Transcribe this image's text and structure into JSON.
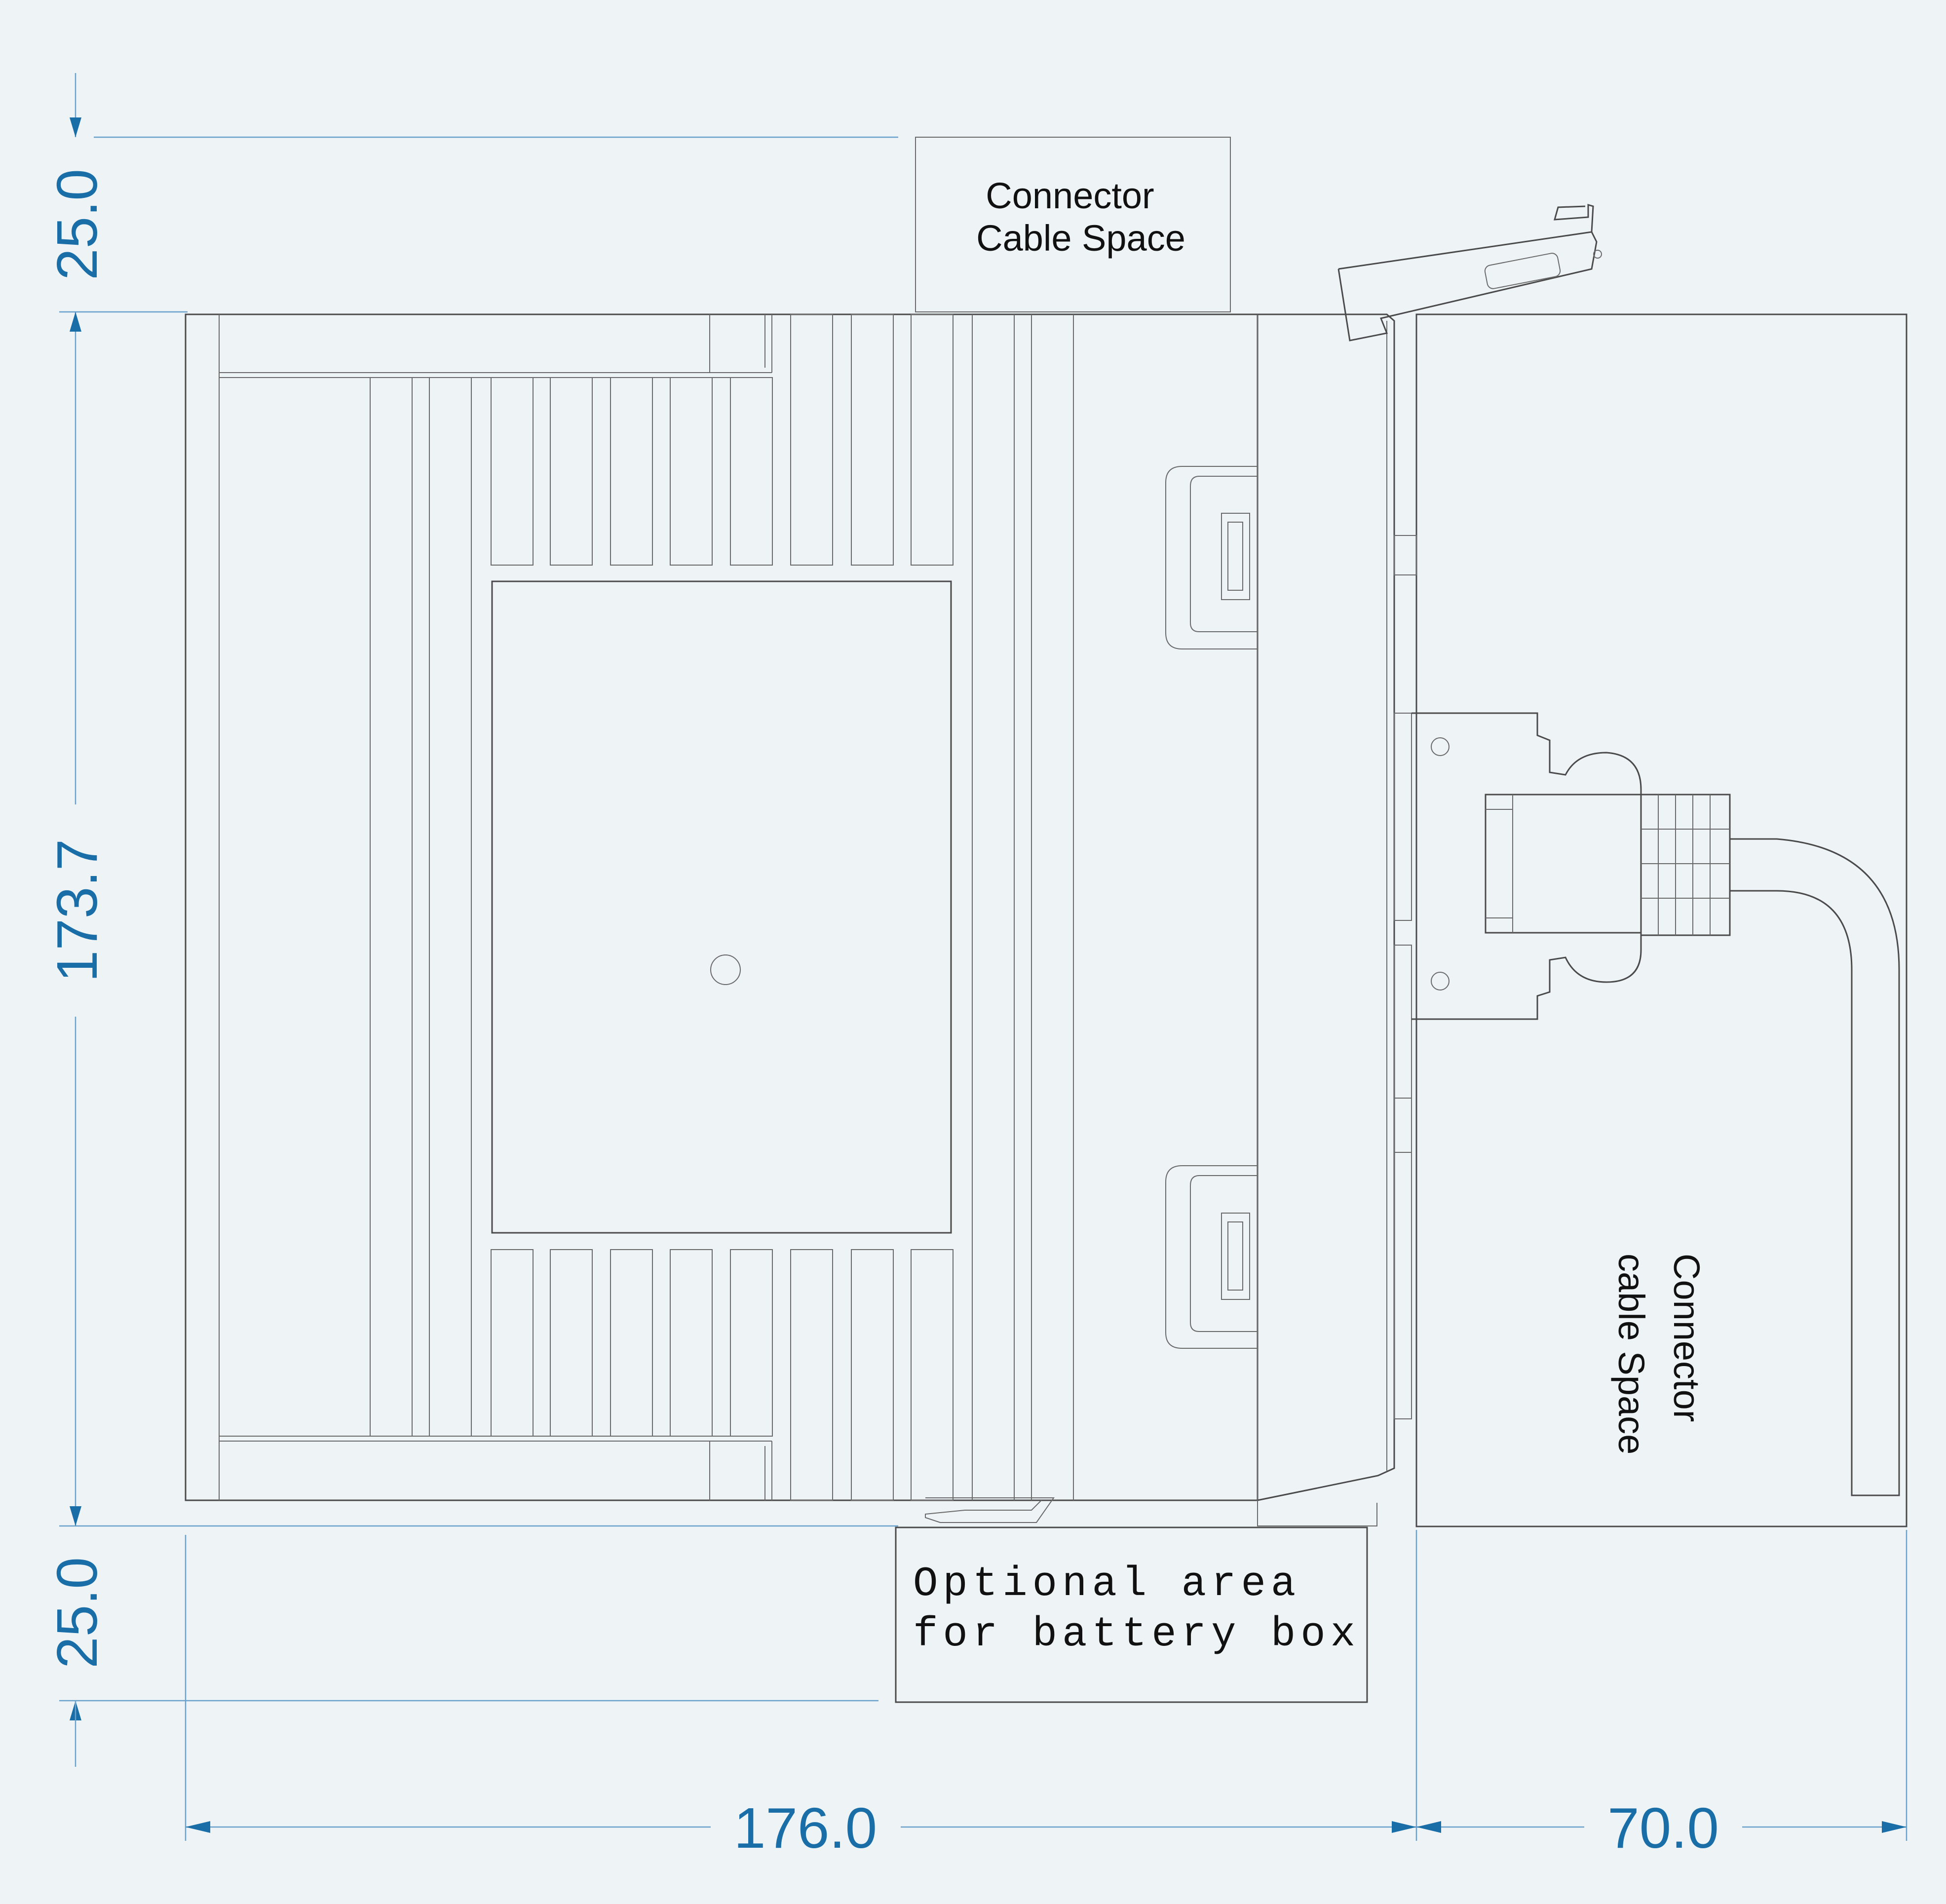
{
  "colors": {
    "background": "#eef3f6",
    "dimension": "#1a6ea8",
    "line": "#4a4a4a"
  },
  "dimensions": {
    "top_clearance": "25.0",
    "height": "173.7",
    "bottom_clearance": "25.0",
    "width": "176.0",
    "connector_width": "70.0"
  },
  "labels": {
    "top_connector_line1": "Connector",
    "top_connector_line2": "Cable Space",
    "side_connector_line1": "Connector",
    "side_connector_line2": "cable Space",
    "battery_line1": "Optional area",
    "battery_line2": "for battery box"
  }
}
